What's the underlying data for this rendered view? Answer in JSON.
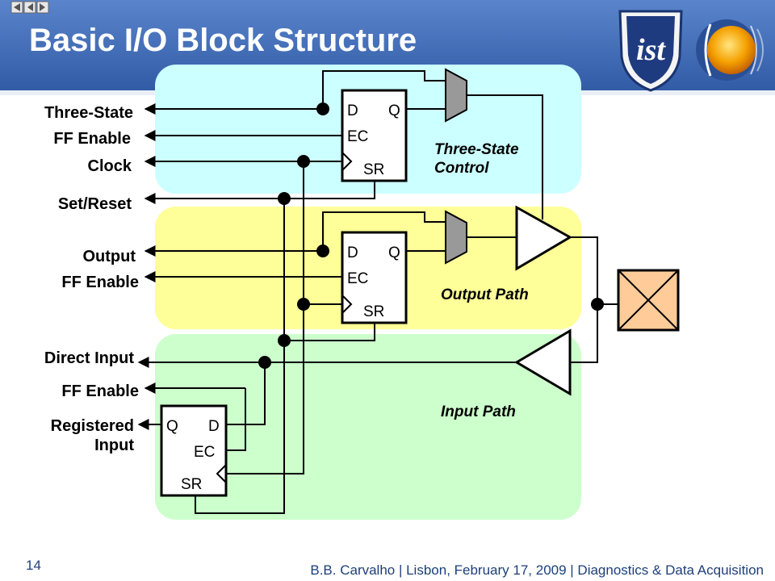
{
  "slide": {
    "title": "Basic I/O Block Structure",
    "page_number": "14",
    "footer": "B.B. Carvalho | Lisbon, February 17, 2009 | Diagnostics & Data Acquisition",
    "nav_icons": [
      "nav-first-icon",
      "nav-prev-icon",
      "nav-next-icon"
    ],
    "logos": [
      "university-crest-logo",
      "institute-logo"
    ]
  },
  "colors": {
    "header": "#3f68b0",
    "tri_state_region": "#ccffff",
    "output_region": "#ffff99",
    "input_region": "#ccffcc",
    "pad": "#ffcc99",
    "mux": "#999999"
  },
  "signals": {
    "three_state": "Three-State",
    "ff_enable": "FF Enable",
    "clock": "Clock",
    "set_reset": "Set/Reset",
    "output": "Output",
    "direct_input": "Direct Input",
    "registered": "Registered",
    "input": "Input"
  },
  "sections": {
    "three_state_1": "Three-State",
    "three_state_2": "Control",
    "output_path": "Output Path",
    "input_path": "Input Path"
  },
  "ff": {
    "d": "D",
    "q": "Q",
    "ec": "EC",
    "sr": "SR"
  }
}
